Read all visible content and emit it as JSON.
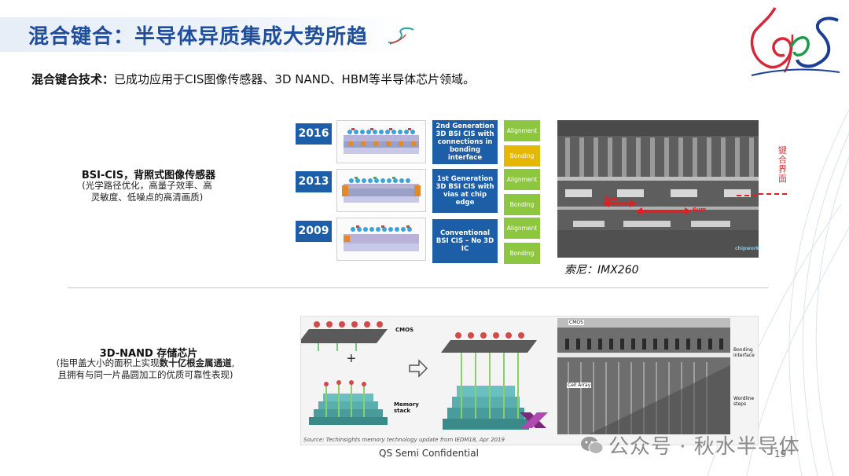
{
  "header": {
    "title": "混合键合：半导体异质集成大势所趋",
    "subtitle_bold": "混合键合技术：",
    "subtitle_rest": "已成功应用于CIS图像传感器、3D NAND、HBM等半导体芯片领域。"
  },
  "bsi": {
    "title": "BSI-CIS，背照式图像传感器",
    "desc_line1": "(光学路径优化，高量子效率、高",
    "desc_line2": "灵敏度、低噪点的高清画质)",
    "rows": [
      {
        "year": "2016",
        "gen": "2nd Generation 3D BSI CIS with connections in bonding interface",
        "tag1": "Alignment",
        "tag2": "Bonding",
        "tag2_color": "yellow"
      },
      {
        "year": "2013",
        "gen": "1st Generation 3D BSI CIS with vias at chip edge",
        "tag1": "Alignment",
        "tag2": "Bonding",
        "tag2_color": "green"
      },
      {
        "year": "2009",
        "gen": "Conventional BSI CIS – No 3D IC",
        "tag1": "Alignment",
        "tag2": "Bonding",
        "tag2_color": "green"
      }
    ],
    "sem_caption": "索尼：IMX260",
    "sem_dim1": "3μm",
    "sem_dim2": "6μm",
    "sem_brand": "chipworks",
    "vertical_label": "键合界面"
  },
  "nand": {
    "title": "3D-NAND 存储芯片",
    "desc_line1_a": "(指甲盖大小的面积上实现",
    "desc_line1_b": "数十亿根金属通道",
    "desc_line1_c": ",",
    "desc_line2": "且拥有与同一片晶圆加工的优质可靠性表现)",
    "label_cmos": "CMOS",
    "label_memory1": "Memory",
    "label_memory2": "stack",
    "tem_cmos": "CMOS",
    "tem_cell": "Cell Array",
    "tem_bonding1": "Bonding",
    "tem_bonding2": "interface",
    "tem_wordline1": "Wordline",
    "tem_wordline2": "steps",
    "source": "Source: TechInsights memory technology update from IEDM18, Apr 2019"
  },
  "footer": {
    "confidential": "QS Semi Confidential",
    "page": "19",
    "watermark": "公众号 · 秋水半导体"
  },
  "colors": {
    "title_blue": "#1f4e9c",
    "year_blue": "#1d5ea8",
    "tag_green": "#8dc63f",
    "tag_yellow": "#e5b800",
    "dim_red": "#e02020"
  }
}
